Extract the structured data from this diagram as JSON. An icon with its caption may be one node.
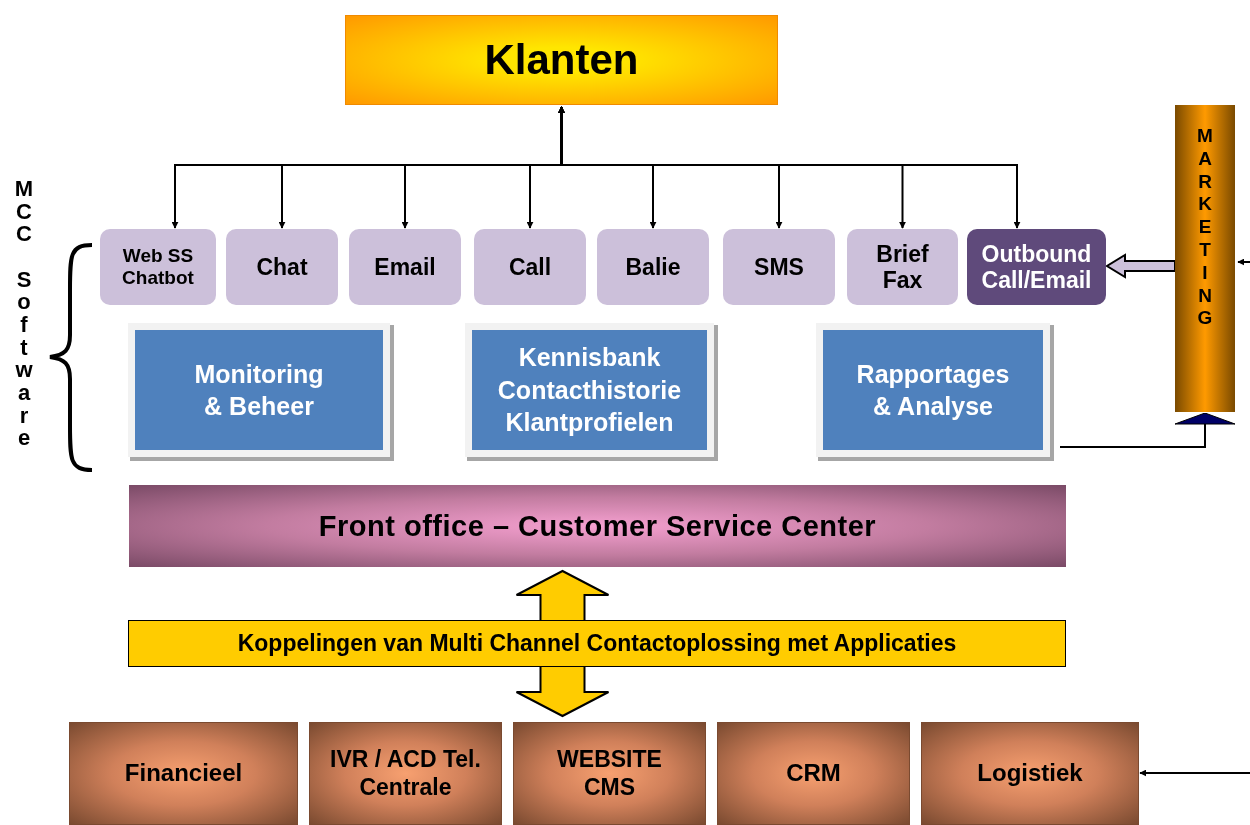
{
  "diagram": {
    "nodes": [
      {
        "text": [
          "Klanten"
        ]
      },
      {
        "text": [
          "Web SS Chatbot"
        ]
      },
      {
        "text": [
          "Chat"
        ]
      },
      {
        "text": [
          "Email"
        ]
      },
      {
        "text": [
          "Call"
        ]
      },
      {
        "text": [
          "Balie"
        ]
      },
      {
        "text": [
          "SMS"
        ]
      },
      {
        "text": [
          "Brief Fax"
        ]
      },
      {
        "text": [
          "Outbound Call/Email"
        ]
      },
      {
        "text": [
          "MARKETING"
        ]
      },
      {
        "text": [
          "Monitoring & Beheer"
        ]
      },
      {
        "text": [
          "Kennisbank Contacthistorie Klantprofielen"
        ]
      },
      {
        "text": [
          "Rapportages & Analyse"
        ]
      },
      {
        "text": [
          "Front office – Customer Service Center"
        ]
      },
      {
        "text": [
          "Koppelingen van Multi Channel Contactoplossing met Applicaties"
        ]
      },
      {
        "text": [
          "Financieel"
        ]
      },
      {
        "text": [
          "IVR / ACD Tel. Centrale"
        ]
      },
      {
        "text": [
          "WEBSITE CMS"
        ]
      },
      {
        "text": [
          "CRM"
        ]
      },
      {
        "text": [
          "Logistiek"
        ]
      }
    ],
    "edges": [
      {
        "from": 0,
        "to": 1,
        "arrow": "both"
      },
      {
        "from": 0,
        "to": 2,
        "arrow": "both"
      },
      {
        "from": 0,
        "to": 3,
        "arrow": "both"
      },
      {
        "from": 0,
        "to": 4,
        "arrow": "both"
      },
      {
        "from": 0,
        "to": 5,
        "arrow": "both"
      },
      {
        "from": 0,
        "to": 6,
        "arrow": "both"
      },
      {
        "from": 0,
        "to": 7,
        "arrow": "both"
      },
      {
        "from": 0,
        "to": 8,
        "arrow": "both"
      },
      {
        "from": 9,
        "to": 8,
        "arrow": "to",
        "style": "thick",
        "color": "#ccc0da"
      },
      {
        "from": 12,
        "to": 9,
        "arrow": "to"
      },
      {
        "from": null,
        "to": 9,
        "arrow": "to"
      },
      {
        "from": 13,
        "to": 17,
        "arrow": "both",
        "style": "thick",
        "color": "#ffcc00"
      },
      {
        "from": null,
        "to": 19,
        "arrow": "to"
      }
    ],
    "labels": [
      "MCC Software"
    ]
  }
}
